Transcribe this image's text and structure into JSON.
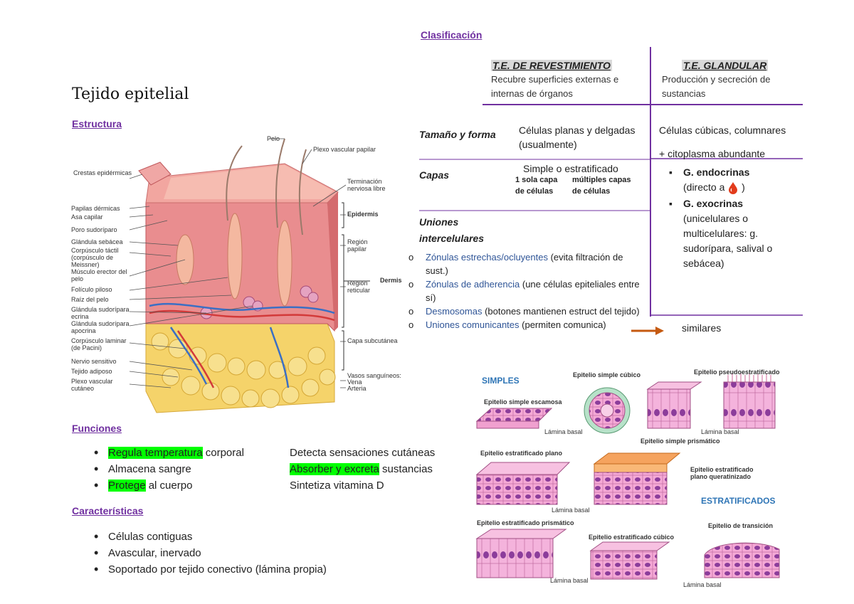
{
  "title": "Tejido epitelial",
  "sections": {
    "estructura": "Estructura",
    "funciones": "Funciones",
    "caracteristicas": "Características",
    "clasificacion": "Clasificación"
  },
  "funciones": {
    "left": [
      {
        "hl": "Regula temperatura",
        "rest": " corporal"
      },
      {
        "hl": "",
        "rest": "Almacena sangre"
      },
      {
        "hl": "Protege",
        "rest": " al cuerpo"
      }
    ],
    "right": [
      {
        "hl": "",
        "rest": "Detecta sensaciones cutáneas"
      },
      {
        "hl": "Absorber y excreta",
        "rest": " sustancias"
      },
      {
        "hl": "",
        "rest": "Sintetiza vitamina D"
      }
    ]
  },
  "caracteristicas": [
    "Células contiguas",
    "Avascular, inervado",
    "Soportado por tejido conectivo (lámina propia)"
  ],
  "skin_labels": {
    "left": [
      "Crestas epidérmicas",
      "Papilas dérmicas",
      "Asa capilar",
      "Poro sudoríparo",
      "Glándula sebácea",
      "Corpúsculo táctil (corpúsculo de Meissner)",
      "Músculo erector del pelo",
      "Folículo piloso",
      "Raíz del pelo",
      "Glándula sudorípara ecrina",
      "Glándula sudorípara apocrina",
      "Corpúsculo laminar (de Pacini)",
      "Nervio sensitivo",
      "Tejido adiposo",
      "Plexo vascular cutáneo"
    ],
    "top": [
      "Pelo",
      "Plexo vascular papilar"
    ],
    "right": [
      "Terminación nerviosa libre",
      "Epidermis",
      "Región papilar",
      "Región reticular",
      "Dermis",
      "Capa subcutánea",
      "Vasos sanguíneos:",
      "Vena",
      "Arteria"
    ]
  },
  "table": {
    "col1_title": "T.E. DE REVESTIMIENTO",
    "col1_desc": "Recubre superficies externas e internas de órganos",
    "col2_title": "T.E. GLANDULAR",
    "col2_desc": "Producción y secreción de sustancias",
    "row_tamano": "Tamaño y forma",
    "tamano_c1": "Células planas y delgadas (usualmente)",
    "tamano_c2a": "Células cúbicas, columnares",
    "tamano_c2b": "+ citoplasma abundante",
    "row_capas": "Capas",
    "capas_c1": "Simple o estratificado",
    "capas_sub1": "1 sola capa de células",
    "capas_sub2": "múltiples capas de células",
    "glandular": [
      {
        "title": "G. endocrinas",
        "desc_a": "(directo a",
        "desc_b": ")"
      },
      {
        "title": "G. exocrinas",
        "desc": "(unicelulares o multicelulares: g. sudorípara, salival o sebácea)"
      }
    ],
    "row_uniones": "Uniones intercelulares",
    "uniones": [
      {
        "term": "Zónulas estrechas/ocluyentes",
        "desc": " (evita filtración de sust.)"
      },
      {
        "term": "Zónulas de adherencia",
        "desc": " (une células epiteliales entre sí)"
      },
      {
        "term": "Desmosomas",
        "desc": " (botones mantienen estruct del tejido)"
      },
      {
        "term": "Uniones comunicantes",
        "desc": " (permiten comunica)"
      }
    ],
    "similares": "similares"
  },
  "epithelia": {
    "simples": "SIMPLES",
    "estratificados": "ESTRATIFICADOS",
    "lamina": "Lámina basal",
    "types": [
      "Epitelio simple escamosa",
      "Epitelio simple cúbico",
      "Epitelio pseudoestratificado",
      "Epitelio simple prismático",
      "Epitelio estratificado plano",
      "Epitelio estratificado plano queratinizado",
      "Epitelio estratificado prismático",
      "Epitelio estratificado cúbico",
      "Epitelio de transición"
    ]
  }
}
